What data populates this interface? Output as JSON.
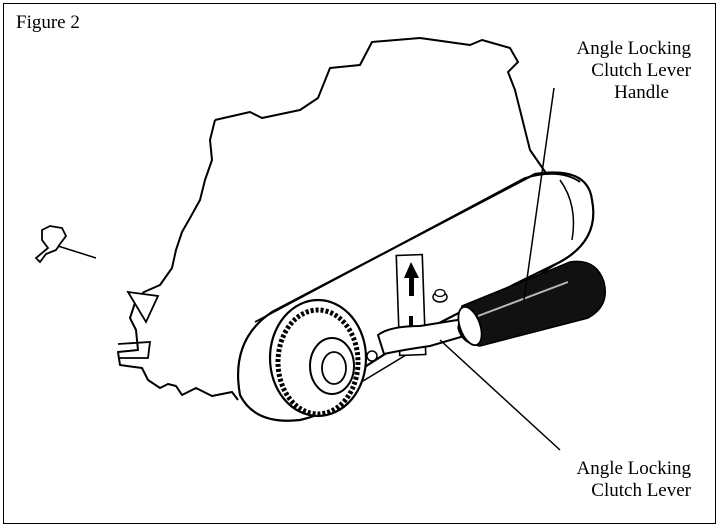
{
  "figure": {
    "title": "Figure 2",
    "labels": {
      "handle_line1": "Angle Locking",
      "handle_line2": "Clutch Lever",
      "handle_line3": "Handle",
      "lever_line1": "Angle Locking",
      "lever_line2": "Clutch Lever"
    }
  }
}
